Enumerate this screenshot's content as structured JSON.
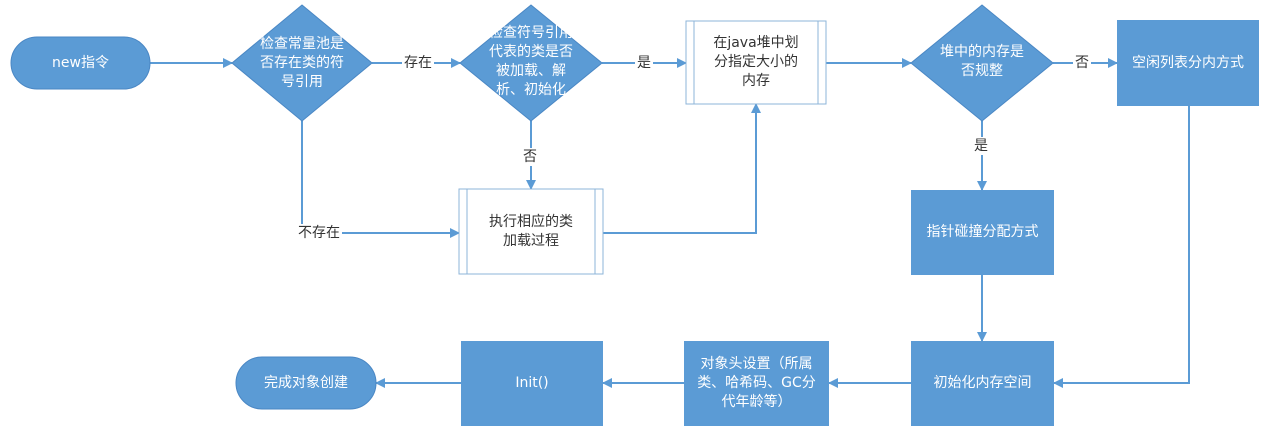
{
  "colors": {
    "fill": "#5b9bd5",
    "fill_dark": "#4a87c4",
    "stroke": "#5b9bd5",
    "process_border": "#8eb4d9",
    "text_light": "#ffffff",
    "text_dark": "#333333"
  },
  "nodes": {
    "new_instruction": "new指令",
    "check_constant_pool": "检查常量池是\n否存在类的符\n号引用",
    "check_class_loaded": "检查符号引用\n代表的类是否\n被加载、解\n析、初始化",
    "allocate_heap": "在java堆中划\n分指定大小的\n内存",
    "heap_regular": "堆中的内存是\n否规整",
    "free_list": "空闲列表分内方式",
    "run_class_loading": "执行相应的类\n加载过程",
    "pointer_bump": "指针碰撞分配方式",
    "init_memory": "初始化内存空间",
    "object_header": "对象头设置（所属\n类、哈希码、GC分\n代年龄等）",
    "init_method": "Init()",
    "finish": "完成对象创建"
  },
  "edges": {
    "exists": "存在",
    "not_exists": "不存在",
    "yes_loaded": "是",
    "no_loaded": "否",
    "not_regular": "否",
    "regular": "是"
  }
}
